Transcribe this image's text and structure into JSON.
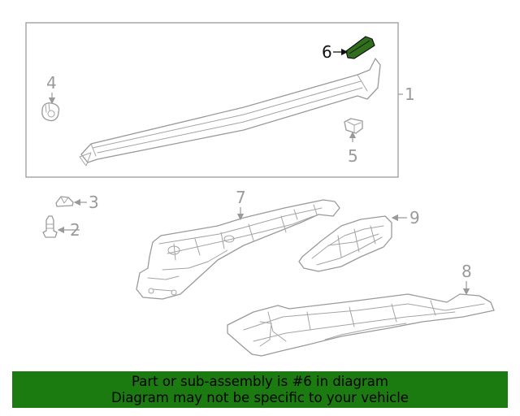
{
  "callouts": [
    "1",
    "2",
    "3",
    "4",
    "5",
    "6",
    "7",
    "8",
    "9"
  ],
  "highlight_part": "6",
  "colors": {
    "highlight": "#2f6f1c",
    "banner": "#1b7a10",
    "line": "#9a9a9a"
  },
  "banner": {
    "line1": "Part or sub-assembly is #6 in diagram",
    "line2": "Diagram may not be specific to your vehicle"
  }
}
